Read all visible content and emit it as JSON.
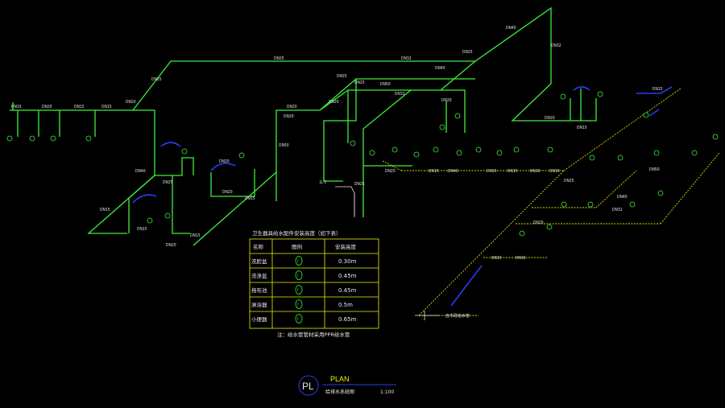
{
  "drawing": {
    "colors": {
      "background": "#000000",
      "pipe": "#3cf03c",
      "highlight": "#2a3cf0",
      "table": "#f0f000",
      "text": "#e8e8e8"
    },
    "pipe_labels": [
      "DN15",
      "DN20",
      "DN15",
      "DN15",
      "DN20",
      "DN25",
      "DN25",
      "DN32",
      "DN25",
      "DN20",
      "DN20",
      "DN40",
      "DN32",
      "DN25",
      "DN50",
      "DN32",
      "DN40",
      "DN25",
      "DN20",
      "DN20",
      "DN50",
      "DN40",
      "DN25",
      "DN20",
      "DN15",
      "DN15",
      "DN20",
      "DN15",
      "DN20",
      "DN15",
      "DN25",
      "DN20",
      "DN15",
      "DN15",
      "DN20",
      "DN15",
      "DN40",
      "DN15",
      "DN15",
      "DN20",
      "DN15",
      "DN15",
      "DN15",
      "DN20",
      "DN25",
      "DN32",
      "DN40",
      "DN50"
    ],
    "riser_label": "JL-1",
    "outlet_label": "自市政给水管",
    "table": {
      "caption": "卫生器具给水配件安装高度（如下表）",
      "headers": [
        "名称",
        "图例",
        "安装高度"
      ],
      "rows": [
        {
          "name": "洗脸盆",
          "icon": "tap-icon",
          "height": "0.30m"
        },
        {
          "name": "洗涤盆",
          "icon": "tap-icon",
          "height": "0.45m"
        },
        {
          "name": "拖布池",
          "icon": "tap-icon",
          "height": "0.45m"
        },
        {
          "name": "淋浴器",
          "icon": "tap-icon",
          "height": "0.5m"
        },
        {
          "name": "小便器",
          "icon": "tap-icon",
          "height": "0.65m"
        }
      ],
      "note": "注：给水管管材采用PPR给水管"
    },
    "title_block": {
      "symbol": "PL",
      "title": "PLAN",
      "subtitle": "给排水系统图",
      "scale": "1:100"
    }
  }
}
